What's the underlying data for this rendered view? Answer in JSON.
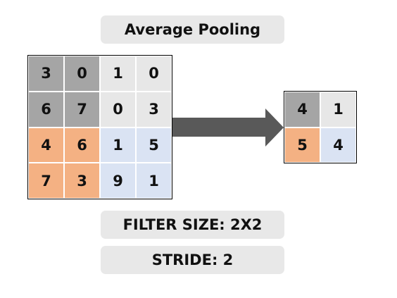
{
  "title": "Average Pooling",
  "input_matrix": [
    [
      3,
      0,
      1,
      0
    ],
    [
      6,
      7,
      0,
      3
    ],
    [
      4,
      6,
      1,
      5
    ],
    [
      7,
      3,
      9,
      1
    ]
  ],
  "output_matrix": [
    [
      4,
      1
    ],
    [
      5,
      4
    ]
  ],
  "filter_label": "FILTER SIZE: 2X2",
  "stride_label": "STRIDE: 2",
  "colors": {
    "top_left": "#a5a5a5",
    "top_right": "#e7e7e7",
    "bottom_left": "#f4b183",
    "bottom_right": "#dae3f3",
    "arrow": "#595959"
  }
}
